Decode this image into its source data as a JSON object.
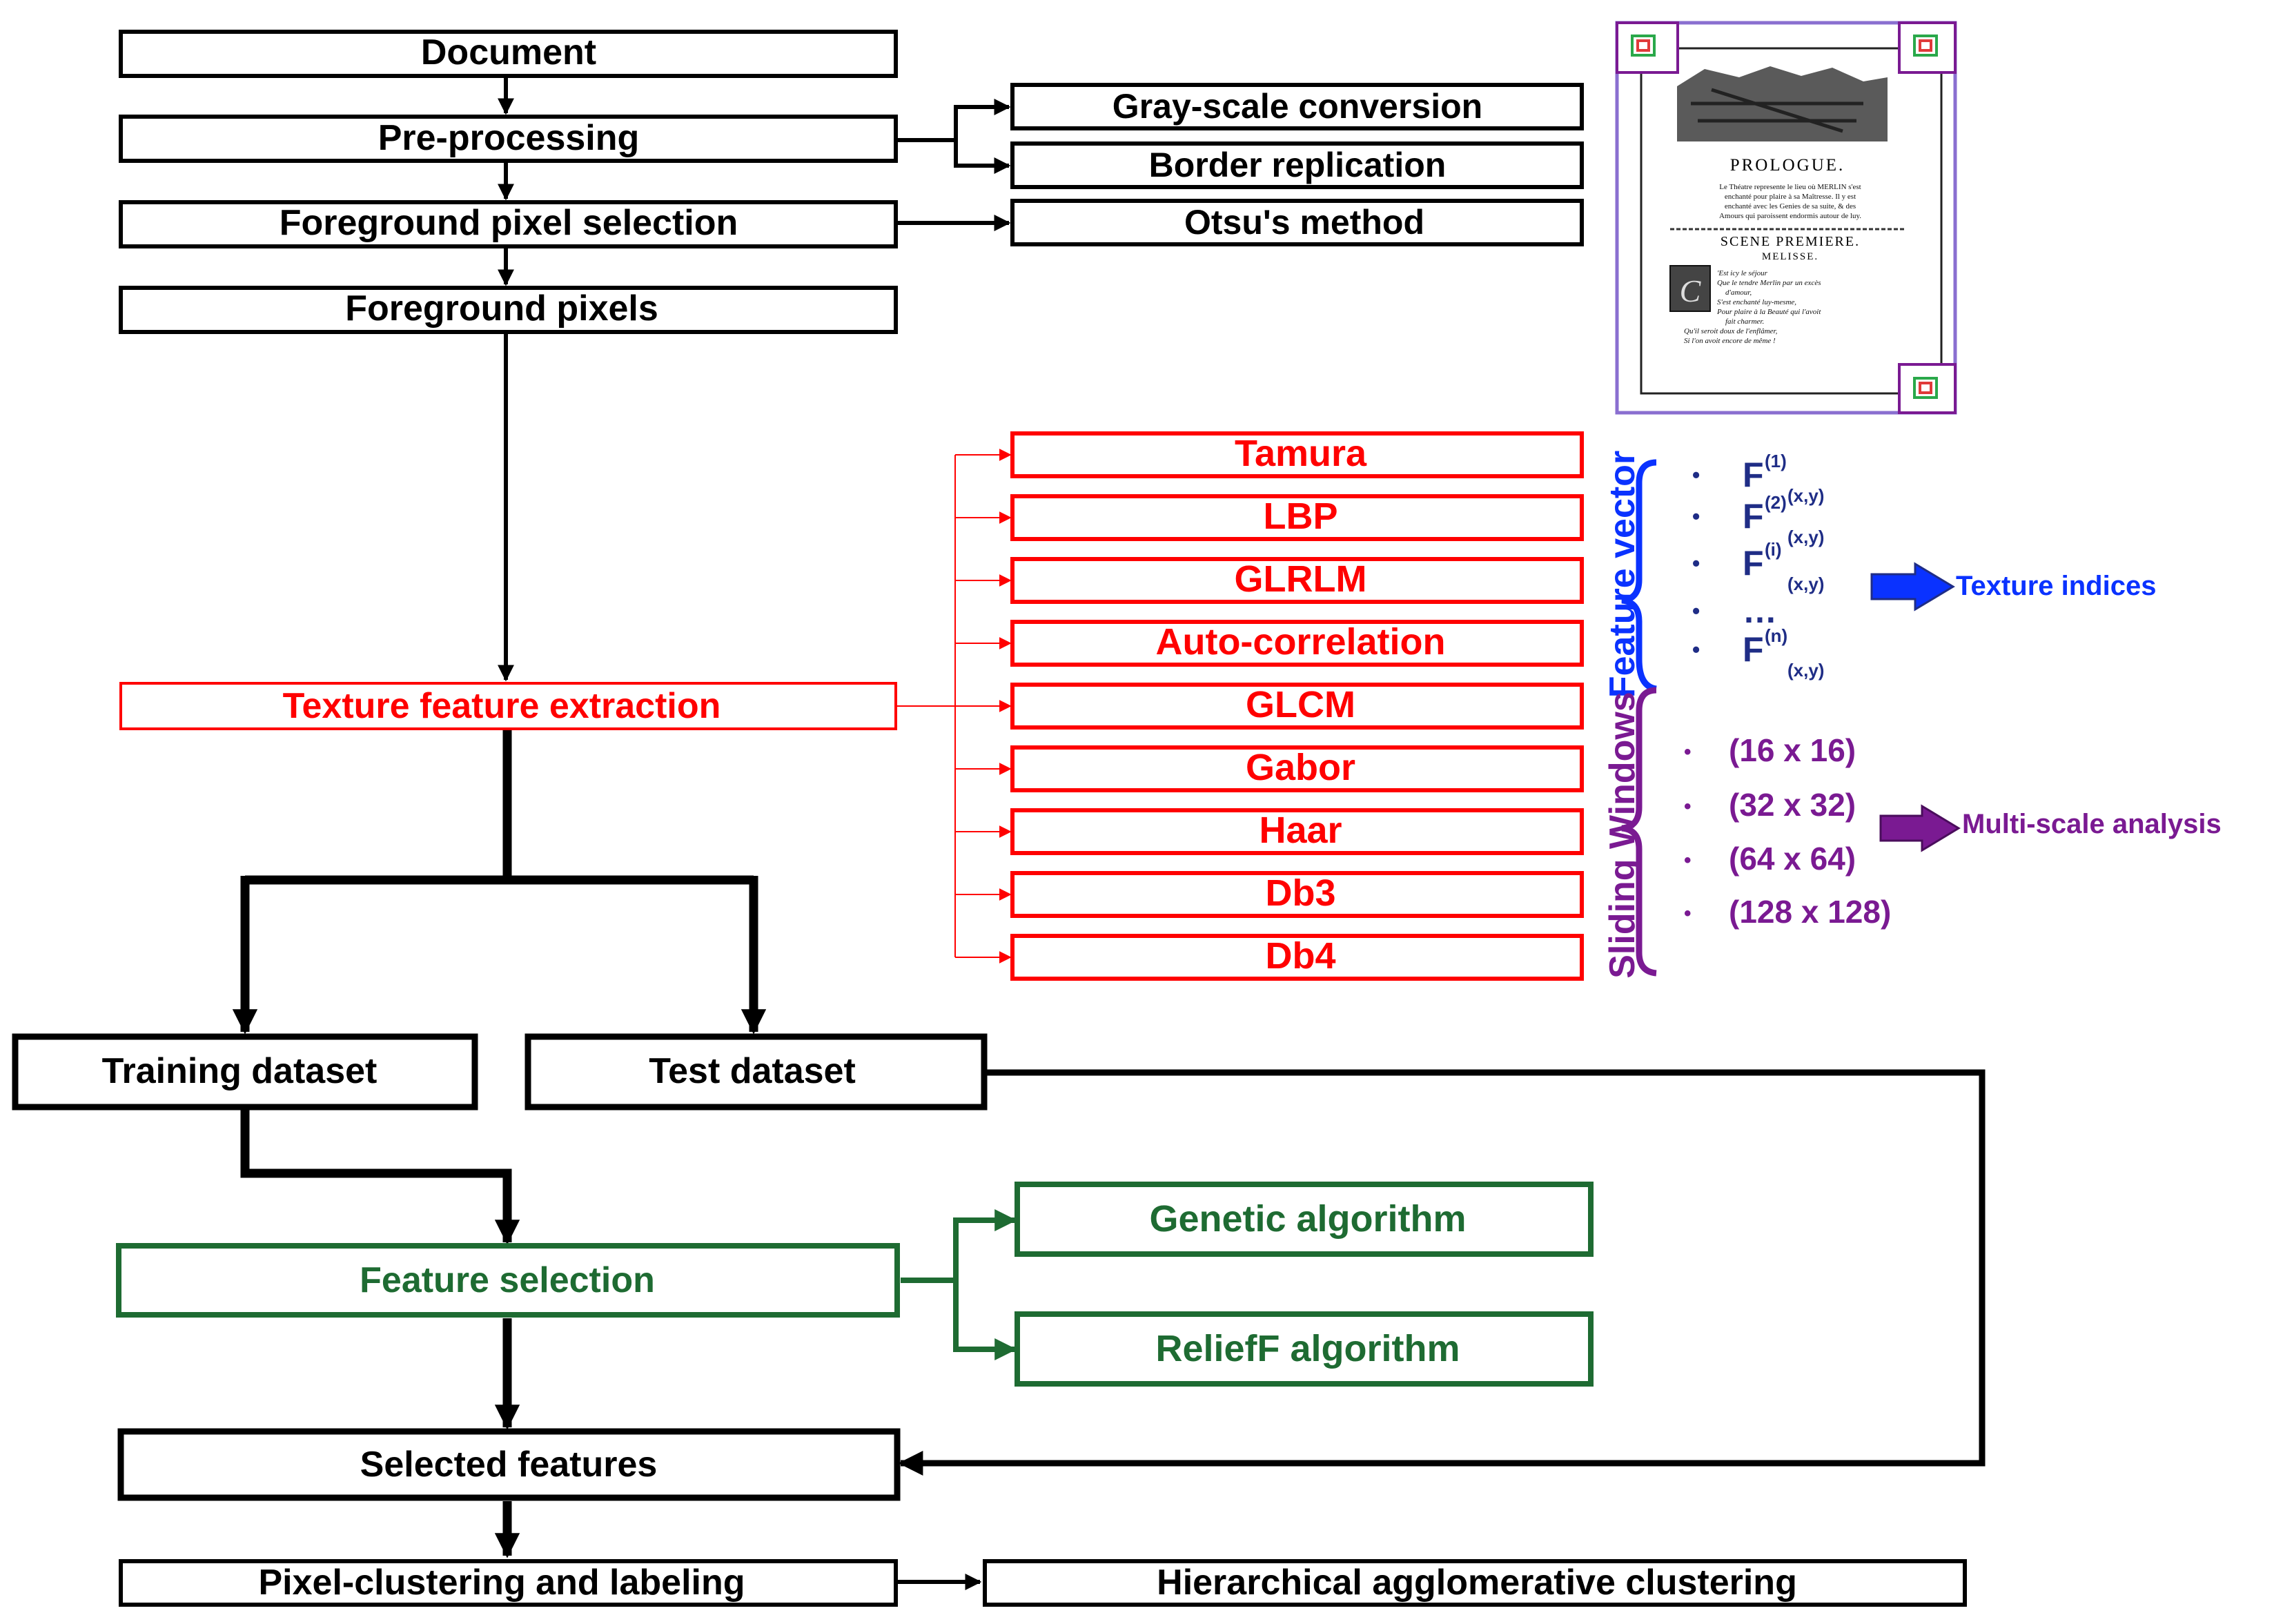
{
  "colors": {
    "black": "#000000",
    "red": "#ff0000",
    "green": "#1e6b32",
    "blue": "#0a32ff",
    "navy": "#1f2d86",
    "purple": "#7a1a92"
  },
  "boxes": {
    "document": "Document",
    "preprocessing": "Pre-processing",
    "grayscale": "Gray-scale conversion",
    "border": "Border replication",
    "foreground_selection": "Foreground pixel selection",
    "otsu": "Otsu's method",
    "foreground_pixels": "Foreground pixels",
    "texture_extraction": "Texture feature extraction",
    "training": "Training dataset",
    "test": "Test dataset",
    "feature_selection": "Feature selection",
    "genetic": "Genetic algorithm",
    "relieff": "ReliefF algorithm",
    "selected": "Selected features",
    "clustering": "Pixel-clustering and labeling",
    "hac": "Hierarchical agglomerative clustering"
  },
  "texture_methods": [
    "Tamura",
    "LBP",
    "GLRLM",
    "Auto-correlation",
    "GLCM",
    "Gabor",
    "Haar",
    "Db3",
    "Db4"
  ],
  "feature_vector": {
    "label": "Feature vector",
    "items": [
      {
        "bullet": "•",
        "base": "F",
        "sup": "(1)",
        "sub": "(x,y)"
      },
      {
        "bullet": "•",
        "base": "F",
        "sup": "(2)",
        "sub": "(x,y)"
      },
      {
        "bullet": "•",
        "base": "F",
        "sup": "(i)",
        "sub": "(x,y)"
      },
      {
        "bullet": "•",
        "base": "…",
        "sup": "",
        "sub": ""
      },
      {
        "bullet": "•",
        "base": "F",
        "sup": "(n)",
        "sub": "(x,y)"
      }
    ],
    "result": "Texture indices"
  },
  "sliding_windows": {
    "label": "Sliding Windows",
    "items": [
      "(16 x 16)",
      "(32 x 32)",
      "(64 x 64)",
      "(128 x 128)"
    ],
    "bullet": "•",
    "result": "Multi-scale analysis"
  },
  "document_thumbnail": {
    "header": "PROLOGUE.",
    "body_lines": [
      "Le Théatre represente le lieu où MERLIN s'est",
      "enchanté pour plaire à sa Maîtresse. Il y est",
      "enchanté avec les Genies de sa suite, & des",
      "Amours qui paroissent endormis autour de luy."
    ],
    "scene": "SCENE PREMIERE.",
    "character": "MELISSE.",
    "verse_lines": [
      "'Est icy le séjour",
      "Que le tendre Merlin par un excès",
      "d'amour,",
      "S'est enchanté luy-mesme,",
      "Pour plaire à la Beauté qui l'avoit",
      "fait charmer.",
      "Qu'il seroit doux de l'enflâmer,",
      "Si l'on avoit encore de même !"
    ]
  }
}
